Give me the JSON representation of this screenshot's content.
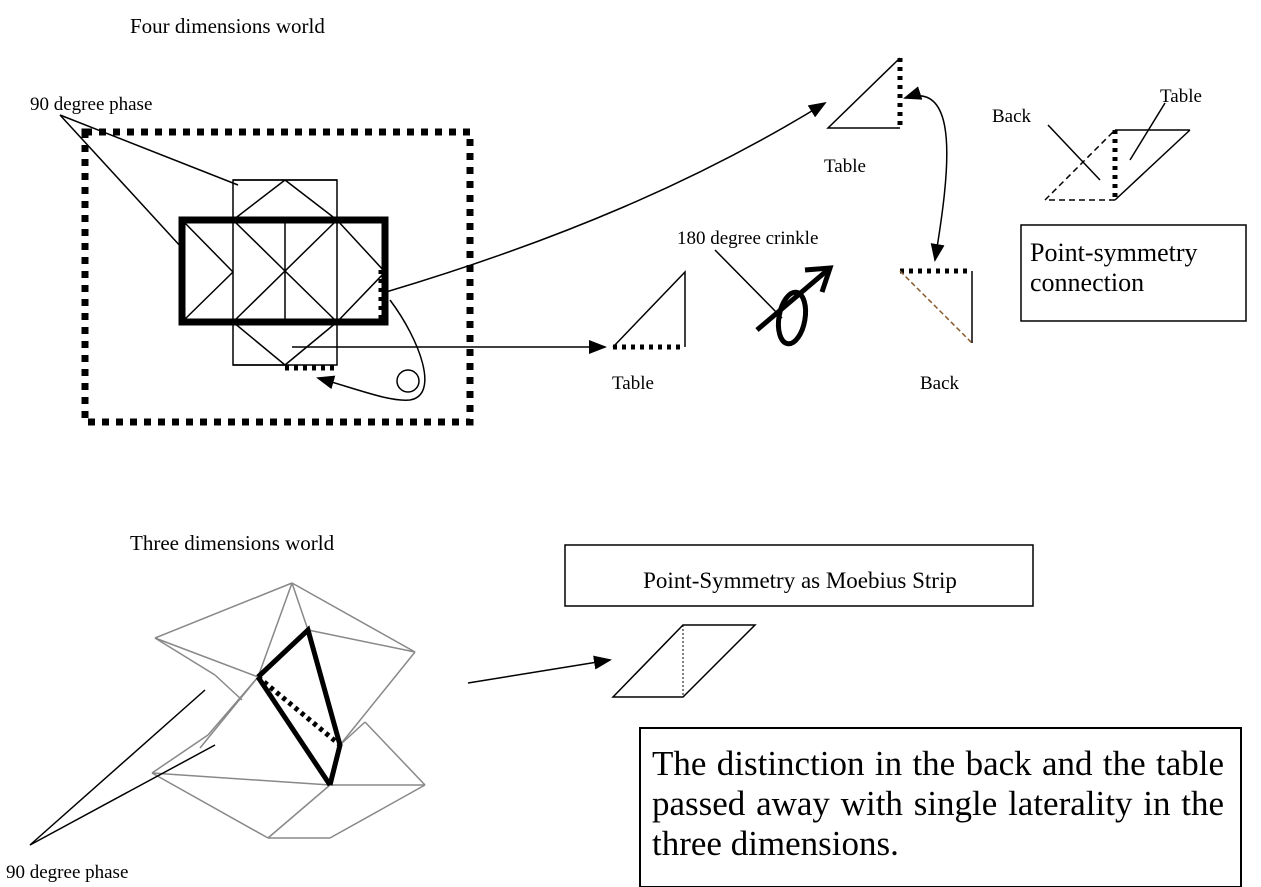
{
  "four_dim": {
    "title": "Four dimensions world",
    "phase_label": "90 degree phase",
    "table_top_label": "Table",
    "table_bottom_label": "Table",
    "back_label": "Back",
    "crinkle_label": "180 degree crinkle",
    "para_back_label": "Back",
    "para_table_label": "Table",
    "symmetry_box": "Point-symmetry connection"
  },
  "three_dim": {
    "title": "Three dimensions world",
    "moebius_box": "Point-Symmetry as Moebius Strip",
    "phase_label": "90 degree phase",
    "conclusion": "The distinction in the back and the table passed away with single laterality in the three dimensions."
  }
}
